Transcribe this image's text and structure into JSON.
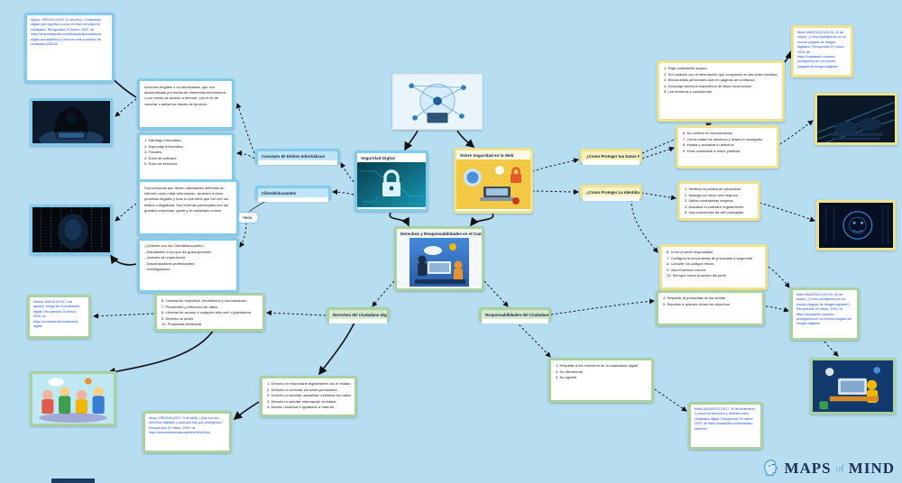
{
  "colors": {
    "background": "#b7ddf1",
    "blue_border": "#82cbec",
    "yellow_border": "#efe28f",
    "green_border": "#aad2a0",
    "citation_link_text": "#1d4fd0"
  },
  "logo": {
    "maps": "MAPS",
    "of": "of",
    "mind": "MIND"
  },
  "nodes": {
    "citation_agudo": {
      "text": "Agudo, SERGIO (2016, 23 de junio). Ciudadanía digital: qué significa y cómo es este concepto de ciudadano. Recuperado 20 marzo, 2020, de https://www.malavida.com/es/analisis/ciudadania-digital-que-significa-y-como-es-este-concepto-de-ciudadano-006333"
    },
    "acciones": {
      "text": "Acciones ilegales o no autorizadas, que son desarrolladas por medio de elementos electrónicos o por medio de acceso a Internet, con el fin de vulnerar o dañar los bienes de terceros."
    },
    "delitos": {
      "items": [
        "1. Sabotaje Informático",
        "2. Espionaje Informático",
        "3. Fraudes",
        "4. Robo de software",
        "5. Robo de servicios"
      ]
    },
    "concepto_label": {
      "label": "Concepto de Delitos Informáticos"
    },
    "ciber_label": {
      "label": "Ciberdelincuentes"
    },
    "tipos": {
      "label": "TIPOS"
    },
    "personas": {
      "text": "Son personas que tienen habilidades definidas en internet como robar información, acceden a otros procesos ilegales y todo lo que tiene que ver con los delitos o ilegalidad. Sus víctimas potenciales son las grandes empresas, gente y el ciudadano común."
    },
    "quienes": {
      "items": [
        "¿Quienes son los Ciberdelincuentes?",
        "- Estudiantes a los que les gusta presumir",
        "- Jóvenes sin experiencia",
        "- Desarrolladores profesionales",
        "- Investigadores"
      ]
    },
    "seguridad": {
      "title": "Seguridad Digital"
    },
    "sobre": {
      "title": "Sobre Seguridad en la Web"
    },
    "datos_label": {
      "label": "¿Como Proteger tus Datos Personal"
    },
    "identidad_label": {
      "label": "¿Como Proteger La Identidad Digita"
    },
    "proteger_1_5": {
      "items": [
        "1. Elige contraseña segura",
        "2. Ten cuidado con la información que compartes en las redes sociales",
        "3. Brinda datos personales solo en paginas de confianza",
        "4. Descarga archivos especificos de sitios reconocidos",
        "5. Lee términos y condiciones"
      ]
    },
    "proteger_6_9": {
      "items": [
        "6. No confíes en desconocidos",
        "7. Cierra todas tus sesiones y limpia el navegador",
        "8. Instala y actualiza tu antivirus",
        "9. Evita conectarte a redes públicas"
      ]
    },
    "identidad_1_5": {
      "items": [
        "1. Verificar la política de privacidad",
        "2. Navega por sitios web seguros",
        "3. Utiliza contraseñas seguras",
        "4. Actualiza el software regularmente",
        "5. Usa conexiones de wifi protegidas"
      ]
    },
    "identidad_6_10": {
      "items": [
        "6. Crea un perfil responsable",
        "7. Configura la herramienta de privacidad y seguridad",
        "8. Conocer los códigos éticos",
        "9. Usa el sentido común",
        "10. Siempre cierra la sesión del perfil"
      ]
    },
    "derechos_resp": {
      "title": "Derechos y Responsabilidades en el Campo Di"
    },
    "derechos_label": {
      "label": "Derechos del Ciudadano Digital"
    },
    "resp_label": {
      "label": "Responsabilidades del Ciudadano Dig"
    },
    "derechos_6_10": {
      "items": [
        "6. Libertad de expresión, información y comunicación",
        "7. Privacidad y protección de datos",
        "8. Libertad de acceso a cualquier sitio web o plataforma",
        "9. Derecho al olvido",
        "10. Propiedad Intelectual"
      ]
    },
    "derechos_1_5": {
      "items": [
        "1. Derecho a relacionarte digitalmente con el estado",
        "2. Derecho a controlar tus datos personales",
        "3. Derecho a cambiar, actualizar o eliminar tus datos",
        "4. Derecho a solicitar información al estado",
        "5. Acceso universal e igualitario a Internet"
      ]
    },
    "resp_1_3": {
      "items": [
        "1. Respetar a los miembros de la ciudadanía digital",
        "2. No discriminar",
        "3. No agredir"
      ]
    },
    "resp_4_5": {
      "items": [
        "4. Respetar la privacidad de los demás",
        "5. Reportar a quienes violan los derechos"
      ]
    },
    "citation_kalthia": {
      "text": "Kalthia, MARIA (2019, 3 de agosto). riesgo de la ciudadanía digital. Recuperado 20 marzo, 2020, de https://concepto.de/ciudadania-digital"
    },
    "citation_mora": {
      "text": "Mora, VIRGINIA (2017, 5 de abril). ¿Qué son los derechos digitales y para qué hay que protegerlos? Recuperado 20 marzo, 2020, de https://www.internautas.org/html/9834.html"
    },
    "citation_mauricio_top": {
      "text": "Mario MAURICIO (2017b, 30 de mayo). ¿Cómo protegernos en un mundo plagado de riesgos digitales? Recuperado 20 marzo, 2020, de https://impactotic.co/como-protegernos-en-un-mundo-plagado-de-riesgos-digitales"
    },
    "citation_mauricio_right": {
      "text": "Mario MAURICIO (2017b, 30 de mayo). ¿Cómo protegernos en un mundo plagado de riesgos digitales? Recuperado 20 marzo, 2020, de https://impactotic.co/como-protegernos-en-un-mundo-plagado-de-riesgos-digitales"
    },
    "citation_mauricio_bottom": {
      "text": "Mario MAURICIO (2017, 19 de diciembre). Conoce tus derechos y deberes como ciudadano digital. Recuperado 20 marzo, 2020, de https://impactotic.co/ciudadano-deberes/"
    }
  }
}
